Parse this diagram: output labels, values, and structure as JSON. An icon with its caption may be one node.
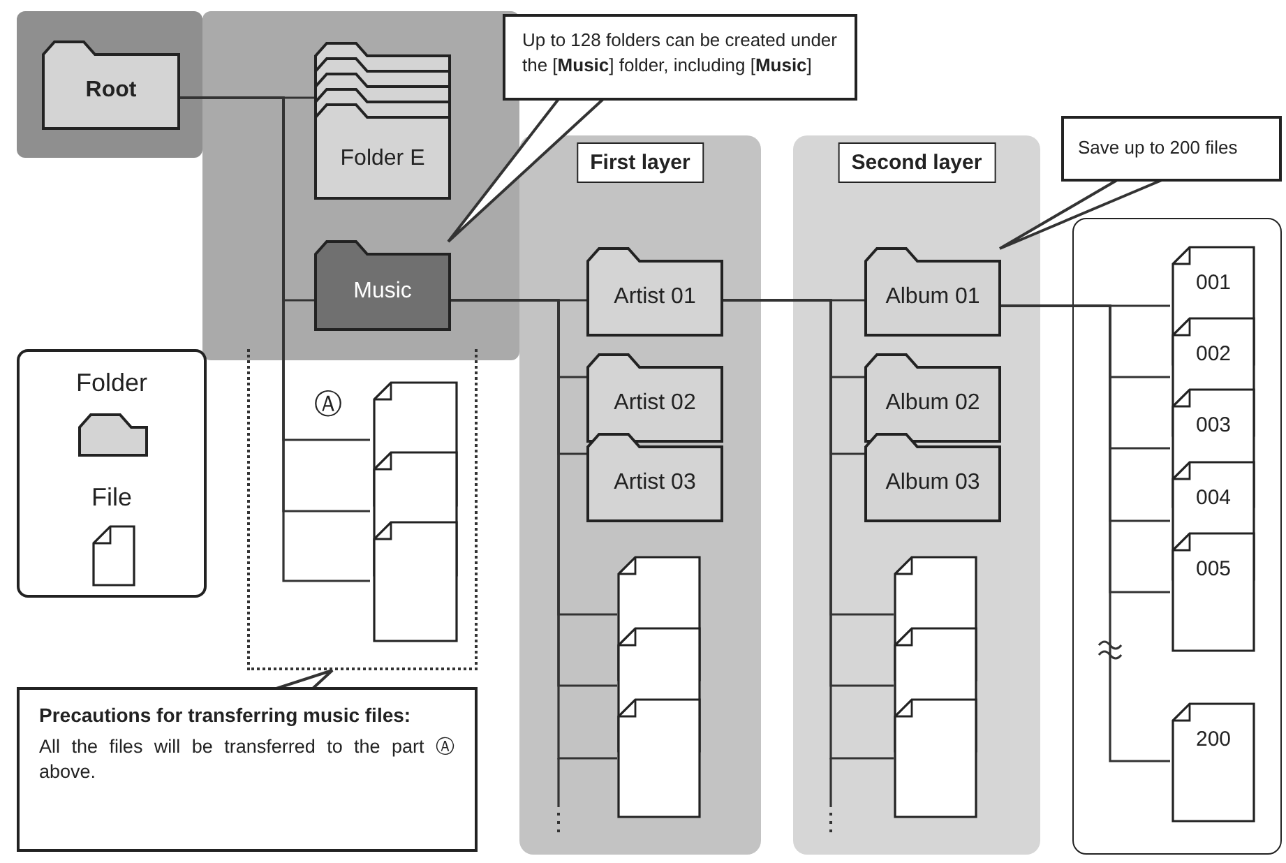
{
  "diagram": {
    "nodes": [
      {
        "text": [
          "Root"
        ]
      },
      {
        "text": [
          "Folder E"
        ]
      },
      {
        "text": [
          "Music"
        ]
      },
      {
        "text": [
          "Up to 128 folders can be created under the [**Music**] folder, including [**Music**]"
        ]
      },
      {
        "text": [
          "First layer"
        ]
      },
      {
        "text": [
          "Artist 01"
        ],
        "in": 4
      },
      {
        "text": [
          "Artist 02"
        ],
        "in": 4
      },
      {
        "text": [
          "Artist 03"
        ],
        "in": 4
      },
      {
        "text": [],
        "shape": "file",
        "in": 4
      },
      {
        "text": [],
        "shape": "file",
        "in": 4
      },
      {
        "text": [],
        "shape": "file",
        "in": 4
      },
      {
        "text": [
          "Second layer"
        ]
      },
      {
        "text": [
          "Album 01"
        ],
        "in": 11
      },
      {
        "text": [
          "Album 02"
        ],
        "in": 11
      },
      {
        "text": [
          "Album 03"
        ],
        "in": 11
      },
      {
        "text": [],
        "shape": "file",
        "in": 11
      },
      {
        "text": [],
        "shape": "file",
        "in": 11
      },
      {
        "text": [],
        "shape": "file",
        "in": 11
      },
      {
        "text": [
          "Save up to 200 files"
        ]
      },
      {
        "text": [],
        "shape": "box"
      },
      {
        "text": [
          "001"
        ],
        "in": 19
      },
      {
        "text": [
          "002"
        ],
        "in": 19
      },
      {
        "text": [
          "003"
        ],
        "in": 19
      },
      {
        "text": [
          "004"
        ],
        "in": 19
      },
      {
        "text": [
          "005"
        ],
        "in": 19
      },
      {
        "text": [
          "200"
        ],
        "in": 19
      },
      {
        "text": [
          "Ⓐ"
        ]
      },
      {
        "text": [],
        "shape": "file",
        "in": 26
      },
      {
        "text": [],
        "shape": "file",
        "in": 26
      },
      {
        "text": [],
        "shape": "file",
        "in": 26
      },
      {
        "text": [
          "Precautions for transferring music files:",
          "All the files will be transferred to the part Ⓐ above."
        ]
      }
    ],
    "edges": [
      {
        "from": 0,
        "to": 1,
        "arrow": "none"
      },
      {
        "from": 0,
        "to": 2,
        "arrow": "none"
      },
      {
        "from": 0,
        "to": 27,
        "arrow": "none"
      },
      {
        "from": 0,
        "to": 28,
        "arrow": "none"
      },
      {
        "from": 0,
        "to": 29,
        "arrow": "none"
      },
      {
        "from": 3,
        "to": 2,
        "arrow": "none"
      },
      {
        "from": 2,
        "to": 5,
        "arrow": "none"
      },
      {
        "from": 2,
        "to": 6,
        "arrow": "none"
      },
      {
        "from": 2,
        "to": 7,
        "arrow": "none"
      },
      {
        "from": 2,
        "to": 8,
        "arrow": "none"
      },
      {
        "from": 2,
        "to": 9,
        "arrow": "none"
      },
      {
        "from": 2,
        "to": 10,
        "arrow": "none"
      },
      {
        "from": 5,
        "to": 12,
        "arrow": "none"
      },
      {
        "from": 5,
        "to": 13,
        "arrow": "none"
      },
      {
        "from": 5,
        "to": 14,
        "arrow": "none"
      },
      {
        "from": 5,
        "to": 15,
        "arrow": "none"
      },
      {
        "from": 5,
        "to": 16,
        "arrow": "none"
      },
      {
        "from": 5,
        "to": 17,
        "arrow": "none"
      },
      {
        "from": 18,
        "to": 12,
        "arrow": "none"
      },
      {
        "from": 12,
        "to": 20,
        "arrow": "none"
      },
      {
        "from": 12,
        "to": 21,
        "arrow": "none"
      },
      {
        "from": 12,
        "to": 22,
        "arrow": "none"
      },
      {
        "from": 12,
        "to": 23,
        "arrow": "none"
      },
      {
        "from": 12,
        "to": 24,
        "arrow": "none"
      },
      {
        "from": 12,
        "to": 25,
        "arrow": "none"
      },
      {
        "from": 30,
        "to": 26,
        "arrow": "none"
      }
    ],
    "legend": [
      {
        "text": "Folder"
      },
      {
        "text": "File"
      }
    ]
  }
}
